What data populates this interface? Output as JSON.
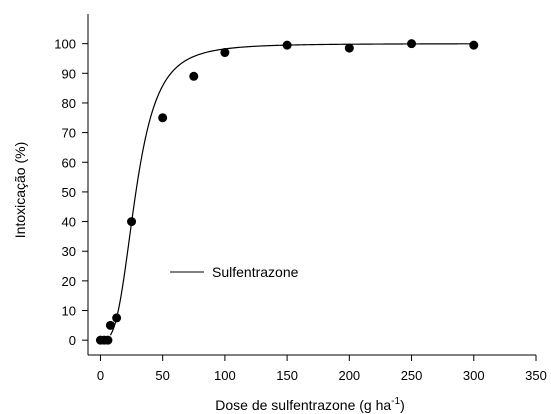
{
  "chart_data": {
    "type": "scatter",
    "title": "",
    "xlabel": "Dose de sulfentrazone (g ha",
    "xlabel_superscript": "-1",
    "xlabel_suffix": ")",
    "ylabel": "Intoxicação (%)",
    "xlim": [
      -10,
      350
    ],
    "ylim": [
      -5,
      110
    ],
    "x_ticks": [
      0,
      50,
      100,
      150,
      200,
      250,
      300,
      350
    ],
    "y_ticks": [
      0,
      10,
      20,
      30,
      40,
      50,
      60,
      70,
      80,
      90,
      100
    ],
    "grid": false,
    "legend": {
      "position": "center-left",
      "entries": [
        "Sulfentrazone"
      ]
    },
    "series": [
      {
        "name": "Sulfentrazone",
        "marker": "circle",
        "points": [
          {
            "x": 0,
            "y": 0
          },
          {
            "x": 3,
            "y": 0
          },
          {
            "x": 6,
            "y": 0
          },
          {
            "x": 8,
            "y": 5
          },
          {
            "x": 13,
            "y": 7.5
          },
          {
            "x": 25,
            "y": 40
          },
          {
            "x": 50,
            "y": 75
          },
          {
            "x": 75,
            "y": 89
          },
          {
            "x": 100,
            "y": 97
          },
          {
            "x": 150,
            "y": 99.5
          },
          {
            "x": 200,
            "y": 98.5
          },
          {
            "x": 250,
            "y": 100
          },
          {
            "x": 300,
            "y": 99.5
          }
        ],
        "fit": {
          "model": "log-logistic",
          "top": 100,
          "ec50": 28.5,
          "slope": 3.2,
          "x_range": [
            8,
            300
          ]
        }
      }
    ],
    "colors": {
      "line": "#000000",
      "marker": "#000000",
      "axis": "#000000"
    }
  }
}
